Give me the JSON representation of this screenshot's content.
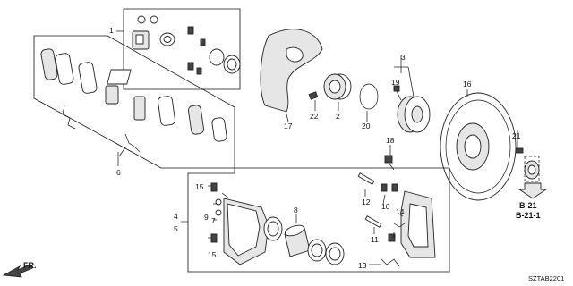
{
  "callouts": {
    "c1": "1",
    "c2": "2",
    "c3": "3",
    "c4": "4",
    "c5": "5",
    "c6": "6",
    "c7": "7",
    "c8": "8",
    "c9": "9",
    "c10": "10",
    "c11": "11",
    "c12": "12",
    "c13": "13",
    "c14": "14",
    "c15a": "15",
    "c15b": "15",
    "c16": "16",
    "c17": "17",
    "c18": "18",
    "c19": "19",
    "c20": "20",
    "c21": "21",
    "c22": "22"
  },
  "refs": {
    "ref_a": "B-21",
    "ref_b": "B-21-1"
  },
  "direction": {
    "label": "FR."
  },
  "diagram_code": "SZTAB2201"
}
